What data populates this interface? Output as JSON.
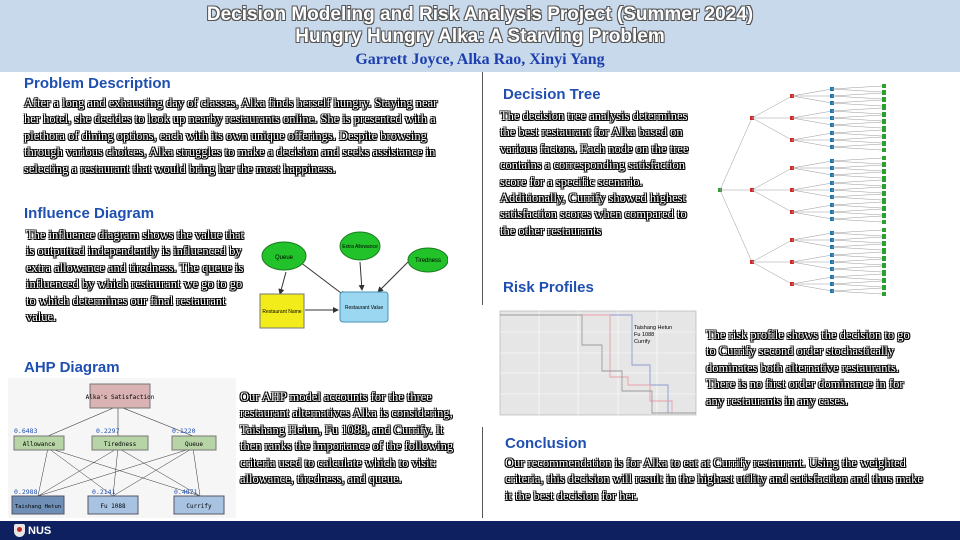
{
  "header": {
    "title_line1": "Decision Modeling and Risk Analysis Project (Summer 2024)",
    "title_line2": "Hungry Hungry Alka: A Starving Problem",
    "authors": "Garrett Joyce, Alka Rao, Xinyi Yang"
  },
  "problem": {
    "heading": "Problem Description",
    "text": "After a long and exhausting day of classes, Alka finds herself hungry. Staying near her hotel, she decides to look up nearby restaurants online. She is presented with a plethora of dining options, each with its own unique offerings. Despite browsing through various choices, Alka struggles to make a decision and seeks assistance in selecting a restaurant that would bring her the most happiness."
  },
  "influence": {
    "heading": "Influence Diagram",
    "text": "The influence diagram shows the value that is outputted independently is influenced by extra allowance and tiredness. The queue is influenced by which restaurant we go to go to which determines our final restaurant value.",
    "nodes": {
      "queue": "Queue",
      "extra": "Extra Allowance",
      "tiredness": "Tiredness",
      "restaurant_name": "Restaurant Name",
      "restaurant_value": "Restaurant Value"
    },
    "colors": {
      "chance": "#22c22a",
      "decision": "#f2ec1a",
      "value": "#9bd7f0"
    }
  },
  "ahp": {
    "heading": "AHP Diagram",
    "text": "Our AHP model accounts for the three restaurant alternatives Alka is considering, Taishang Heiun, Fu 1088, and Currify. It then ranks the importance of the following criteria used to calculate which to visit: allowance, tiredness, and queue.",
    "goal": "Alka's Satisfaction",
    "criteria": [
      {
        "label": "Allowance",
        "weight": "0.6483"
      },
      {
        "label": "Tiredness",
        "weight": "0.2297"
      },
      {
        "label": "Queue",
        "weight": "0.1220"
      }
    ],
    "alternatives": [
      {
        "label": "Taishang Hetun",
        "weight": "0.2988"
      },
      {
        "label": "Fu 1088",
        "weight": "0.2141"
      },
      {
        "label": "Currify",
        "weight": "0.4871"
      }
    ]
  },
  "decision_tree": {
    "heading": "Decision Tree",
    "text": "The decision tree analysis determines the best restaurant for Alka based on various factors. Each node on the tree contains a corresponding satisfaction score for a specific scenario. Additionally, Currify showed highest satisfaction scores when compared to the other restaurants"
  },
  "risk": {
    "heading": "Risk Profiles",
    "text": "The risk profile shows the decision to go to Currify second order stochastically dominates both alternative restaurants. There is no first order dominance in for any restaurants in any cases.",
    "legend": [
      "Taishang Hetun",
      "Fu 1088",
      "Currify"
    ],
    "series_colors": [
      "#8a9bd0",
      "#e8a0a8",
      "#9a9a9a"
    ]
  },
  "conclusion": {
    "heading": "Conclusion",
    "text": "Our recommendation is for Alka to eat at Currify restaurant. Using the weighted criteria, this decision will result in the highest utility and satisfaction and thus make it the best decision for her."
  },
  "footer": {
    "logo": "NUS"
  }
}
